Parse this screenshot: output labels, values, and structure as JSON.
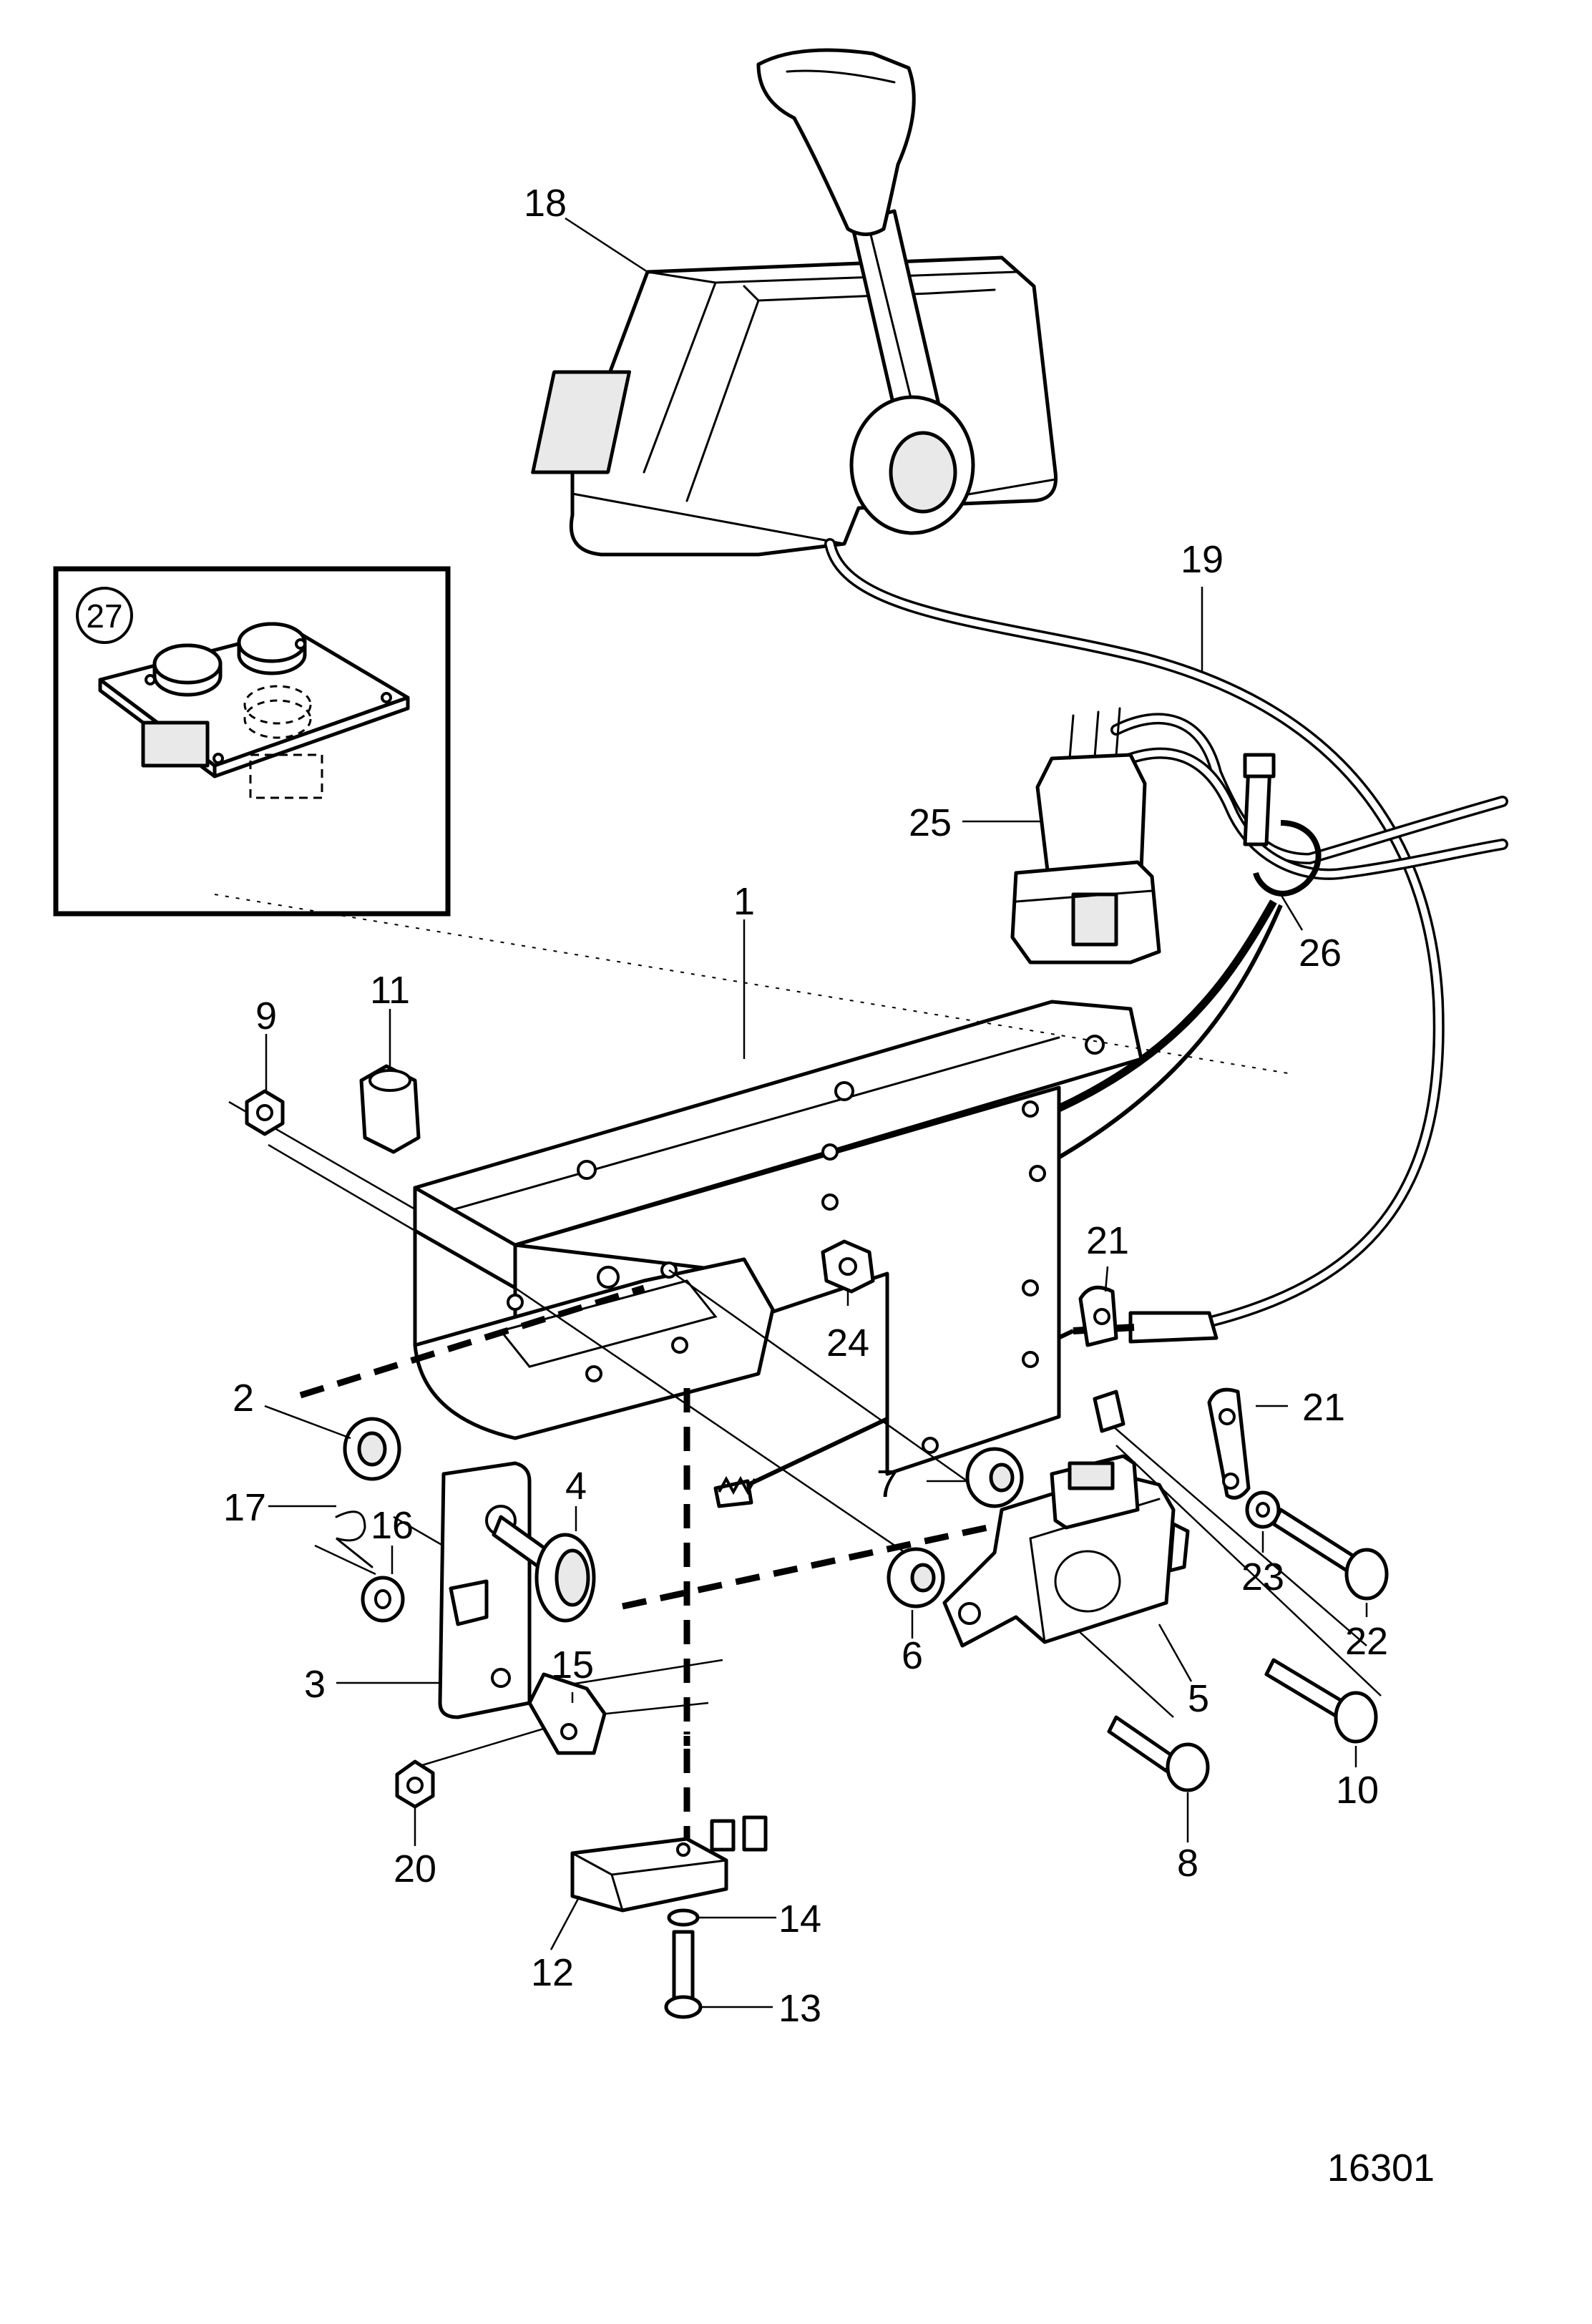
{
  "drawing_number": "16301",
  "inset": {
    "label": "27"
  },
  "callouts": [
    "1",
    "2",
    "3",
    "4",
    "5",
    "6",
    "7",
    "8",
    "9",
    "10",
    "11",
    "12",
    "13",
    "14",
    "15",
    "16",
    "17",
    "18",
    "19",
    "20",
    "21",
    "21",
    "22",
    "23",
    "24",
    "25",
    "26"
  ]
}
